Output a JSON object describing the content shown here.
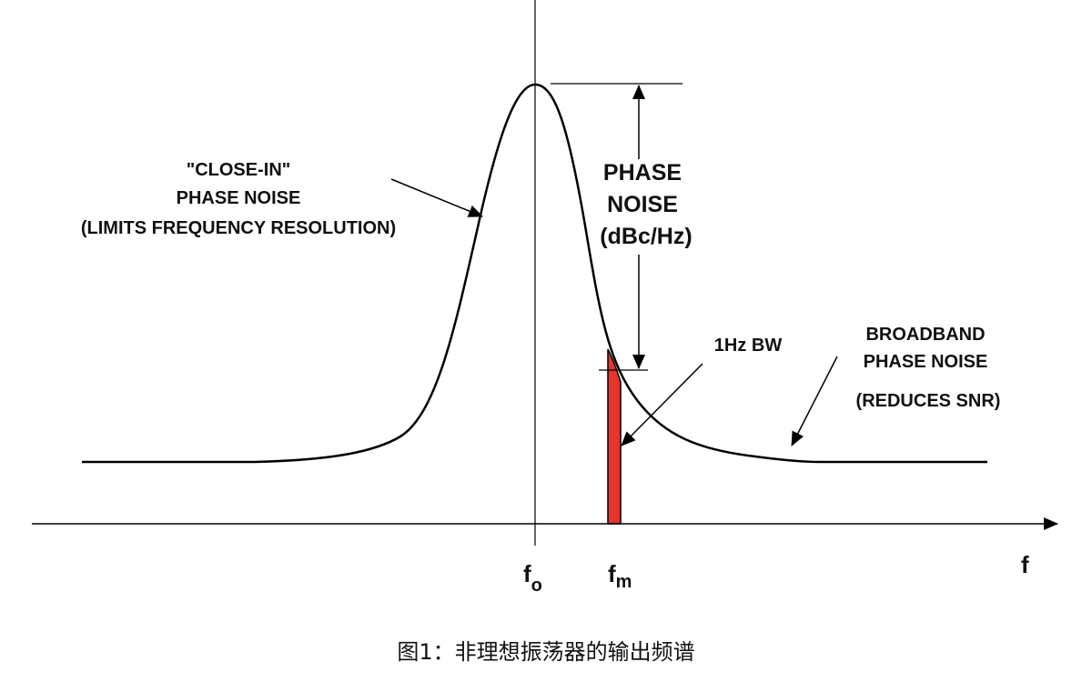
{
  "labels": {
    "close_in": [
      "\"CLOSE-IN\"",
      "PHASE NOISE",
      "(LIMITS FREQUENCY RESOLUTION)"
    ],
    "phase_noise": [
      "PHASE",
      "NOISE",
      "(dBc/Hz)"
    ],
    "bandwidth": "1Hz BW",
    "broadband": [
      "BROADBAND",
      "PHASE NOISE",
      "(REDUCES SNR)"
    ],
    "f0_main": "f",
    "f0_sub": "o",
    "fm_main": "f",
    "fm_sub": "m",
    "axis_f": "f"
  },
  "caption": "图1：非理想振荡器的输出频谱",
  "colors": {
    "curve": "#000000",
    "band": "#e8342a"
  }
}
